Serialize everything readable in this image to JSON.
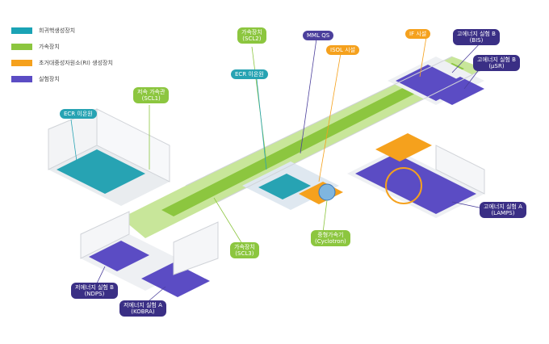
{
  "legend": [
    {
      "label": "희귀핵생성장치",
      "color": "#1aa3b5"
    },
    {
      "label": "가속장치",
      "color": "#8cc63f"
    },
    {
      "label": "초거대중성자원소(RI) 생성장치",
      "color": "#f5a11d"
    },
    {
      "label": "실험장치",
      "color": "#5b4cc4"
    }
  ],
  "labels": {
    "ecr_left": "ECR 이온원",
    "scl1": "저속 가속관\n(SCL1)",
    "scl2": "가속장치\n(SCL2)",
    "mmlqs": "MML QS",
    "ecr_mid": "ECR 이온원",
    "isol": "ISOL 시설",
    "if": "IF 시설",
    "hei_b": "고에너지 실험 B\n(BIS)",
    "hei_b2": "고에너지 실험 B\n(μSR)",
    "scl3": "가속장치\n(SCL3)",
    "cyclotron": "중형가속기\n(Cyclotron)",
    "hei_a": "고에너지 실험 A\n(LAMPS)",
    "lei_b": "저에너지 실험 B\n(NDPS)",
    "lei_a": "저에너지 실험 A\n(KOBRA)"
  }
}
